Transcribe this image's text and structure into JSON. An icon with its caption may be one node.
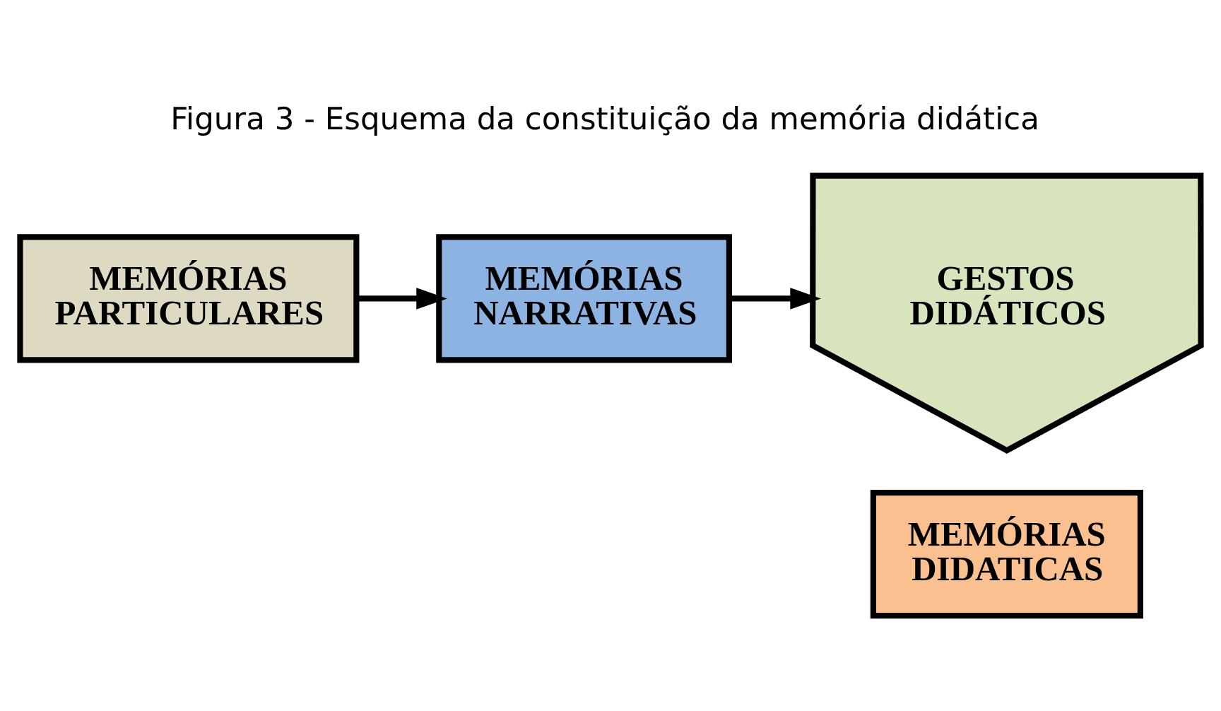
{
  "diagram": {
    "title": "Figura 3 - Esquema da constituição da memória didática",
    "nodes": [
      {
        "text": [
          "MEMÓRIAS PARTICULARES"
        ]
      },
      {
        "text": [
          "MEMÓRIAS NARRATIVAS"
        ]
      },
      {
        "text": [
          "GESTOS DIDÁTICOS"
        ]
      },
      {
        "text": [
          "MEMÓRIAS DIDATICAS"
        ]
      }
    ],
    "edges": [
      {
        "from": 0,
        "to": 1,
        "arrow": "to"
      },
      {
        "from": 1,
        "to": 2,
        "arrow": "to"
      }
    ]
  }
}
